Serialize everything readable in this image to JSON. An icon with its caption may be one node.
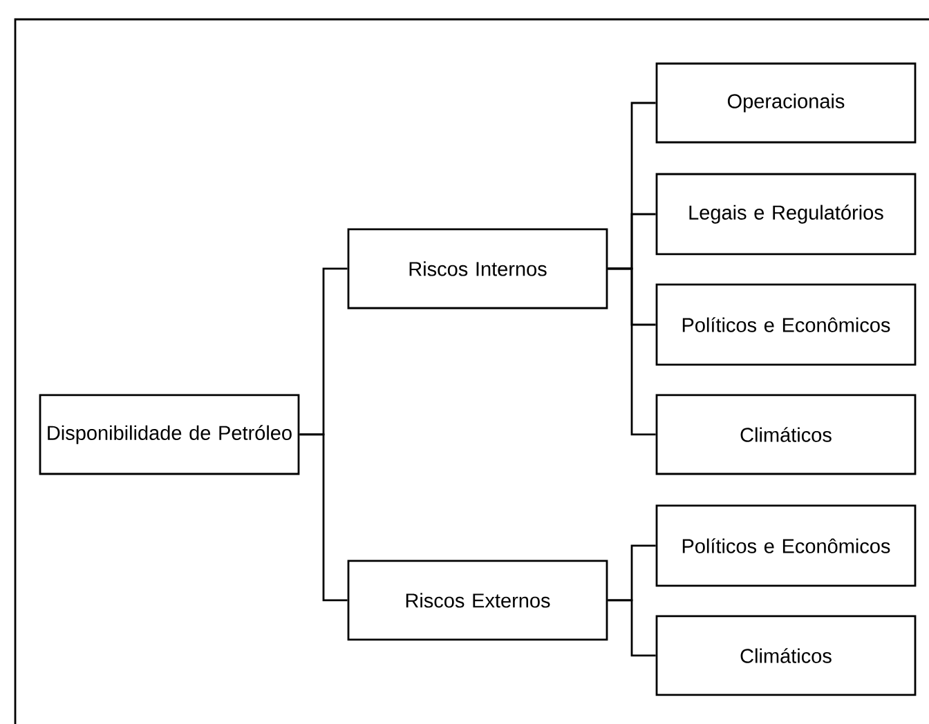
{
  "diagram": {
    "nodes": [
      {
        "text": [
          "Disponibilidade de Petróleo"
        ]
      },
      {
        "text": [
          "Riscos Internos"
        ]
      },
      {
        "text": [
          "Riscos Externos"
        ]
      },
      {
        "text": [
          "Operacionais"
        ]
      },
      {
        "text": [
          "Legais e Regulatórios"
        ]
      },
      {
        "text": [
          "Políticos e Econômicos"
        ]
      },
      {
        "text": [
          "Climáticos"
        ]
      },
      {
        "text": [
          "Políticos e Econômicos"
        ]
      },
      {
        "text": [
          "Climáticos"
        ]
      }
    ],
    "edges": [
      {
        "from": 0,
        "to": 1,
        "arrow": "none"
      },
      {
        "from": 0,
        "to": 2,
        "arrow": "none"
      },
      {
        "from": 1,
        "to": 3,
        "arrow": "none"
      },
      {
        "from": 1,
        "to": 4,
        "arrow": "none"
      },
      {
        "from": 1,
        "to": 5,
        "arrow": "none"
      },
      {
        "from": 1,
        "to": 6,
        "arrow": "none"
      },
      {
        "from": 2,
        "to": 7,
        "arrow": "none"
      },
      {
        "from": 2,
        "to": 8,
        "arrow": "none"
      }
    ]
  }
}
